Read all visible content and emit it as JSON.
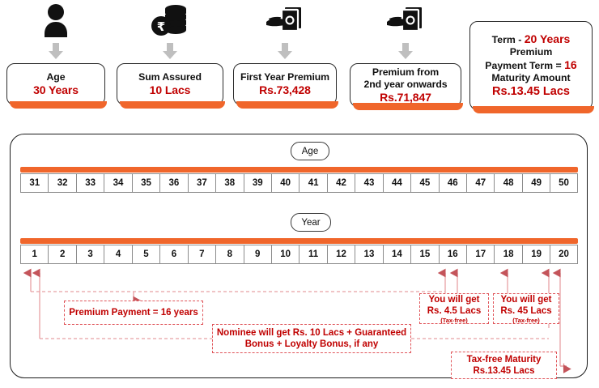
{
  "header": {
    "cards": [
      {
        "icon": "person-icon",
        "label": "Age",
        "value": "30 Years"
      },
      {
        "icon": "coin-stack-rupee-icon",
        "label": "Sum Assured",
        "value": "10 Lacs"
      },
      {
        "icon": "hand-cash-icon",
        "label": "First Year Premium",
        "value": "Rs.73,428"
      },
      {
        "icon": "hand-cash-icon",
        "label": "Premium from\n2nd year onwards",
        "value": "Rs.71,847"
      }
    ],
    "card3_label_line1": "First Year Premium",
    "card4_label_line1": "Premium from",
    "card4_label_line2": "2nd year onwards",
    "summary": {
      "term_label": "Term  -",
      "term_value": "20 Years",
      "premium_label": "Premium",
      "ppt_label": "Payment Term =",
      "ppt_value": "16",
      "maturity_label": "Maturity Amount",
      "maturity_value": "Rs.13.45 Lacs"
    }
  },
  "timeline": {
    "age_pill": "Age",
    "year_pill": "Year",
    "ages": [
      "31",
      "32",
      "33",
      "34",
      "35",
      "36",
      "37",
      "38",
      "39",
      "40",
      "41",
      "42",
      "43",
      "44",
      "45",
      "46",
      "47",
      "48",
      "49",
      "50"
    ],
    "years": [
      "1",
      "2",
      "3",
      "4",
      "5",
      "6",
      "7",
      "8",
      "9",
      "10",
      "11",
      "12",
      "13",
      "14",
      "15",
      "16",
      "17",
      "18",
      "19",
      "20"
    ]
  },
  "callouts": {
    "premium_payment": "Premium Payment = 16 years",
    "nominee_line1": "Nominee will get Rs. 10 Lacs + Guaranteed",
    "nominee_line2": "Bonus + Loyalty Bonus, if any",
    "payout1_line1": "You will get",
    "payout1_line2": "Rs. 4.5 Lacs",
    "payout1_note": "(Tax-free)",
    "payout2_line1": "You will get",
    "payout2_line2": "Rs. 45 Lacs",
    "payout2_note": "(Tax-free)",
    "maturity_line1": "Tax-free Maturity",
    "maturity_line2": "Rs.13.45 Lacs"
  },
  "colors": {
    "accent_orange": "#F0662B",
    "value_red": "#C00000",
    "callout_border": "#E0555A",
    "connector": "#E8A0A4",
    "cell_border": "#8c8c8c"
  },
  "chart_data": {
    "type": "table",
    "title": "Insurance policy benefit illustration timeline",
    "categories": [
      "1",
      "2",
      "3",
      "4",
      "5",
      "6",
      "7",
      "8",
      "9",
      "10",
      "11",
      "12",
      "13",
      "14",
      "15",
      "16",
      "17",
      "18",
      "19",
      "20"
    ],
    "series": [
      {
        "name": "Age",
        "values": [
          31,
          32,
          33,
          34,
          35,
          36,
          37,
          38,
          39,
          40,
          41,
          42,
          43,
          44,
          45,
          46,
          47,
          48,
          49,
          50
        ]
      },
      {
        "name": "Policy Year",
        "values": [
          1,
          2,
          3,
          4,
          5,
          6,
          7,
          8,
          9,
          10,
          11,
          12,
          13,
          14,
          15,
          16,
          17,
          18,
          19,
          20
        ]
      }
    ],
    "annotations": [
      {
        "at_year": 16,
        "text": "Premium Payment = 16 years"
      },
      {
        "at_year": 16,
        "text": "You will get Rs. 4.5 Lacs (Tax-free)"
      },
      {
        "at_year": 18,
        "text": "You will get Rs. 45 Lacs (Tax-free)"
      },
      {
        "at_year": 20,
        "text": "Tax-free Maturity Rs.13.45 Lacs"
      },
      {
        "at_year": 1,
        "text": "Nominee will get Rs. 10 Lacs + Guaranteed Bonus + Loyalty Bonus, if any"
      }
    ],
    "xlabel": "Year",
    "ylabel": "Age",
    "grid": false,
    "legend": "none"
  }
}
